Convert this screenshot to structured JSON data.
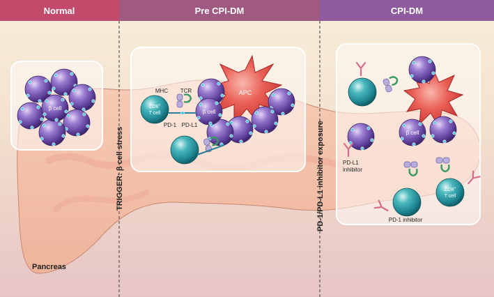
{
  "panels": {
    "normal": "Normal",
    "pre": "Pre CPI-DM",
    "cpi": "CPI-DM"
  },
  "colors": {
    "normal_header": "#c24a6a",
    "pre_header": "#a05a82",
    "cpi_header": "#8e5b9e",
    "beta_cell": "#7d59b6",
    "t_cell": "#2a9fa6",
    "apc": "#e24b47",
    "pancreas": "#f2b9a2"
  },
  "dividers": {
    "trigger": "TRIGGER: β cell stress",
    "exposure": "PD-1/PD-L1 inhibitor exposure"
  },
  "labels": {
    "pancreas": "Pancreas",
    "beta_cell": "β cell",
    "apc": "APC",
    "mhc": "MHC",
    "tcr": "TCR",
    "pd1": "PD-1",
    "pdl1": "PD-L1",
    "cd8_sup": "+",
    "cd8_main": "CD8",
    "t_cell": "T cell",
    "pdl1_inhibitor_1": "PD-L1",
    "pdl1_inhibitor_2": "inhibitor",
    "pd1_inhibitor": "PD-1 inhibitor"
  }
}
